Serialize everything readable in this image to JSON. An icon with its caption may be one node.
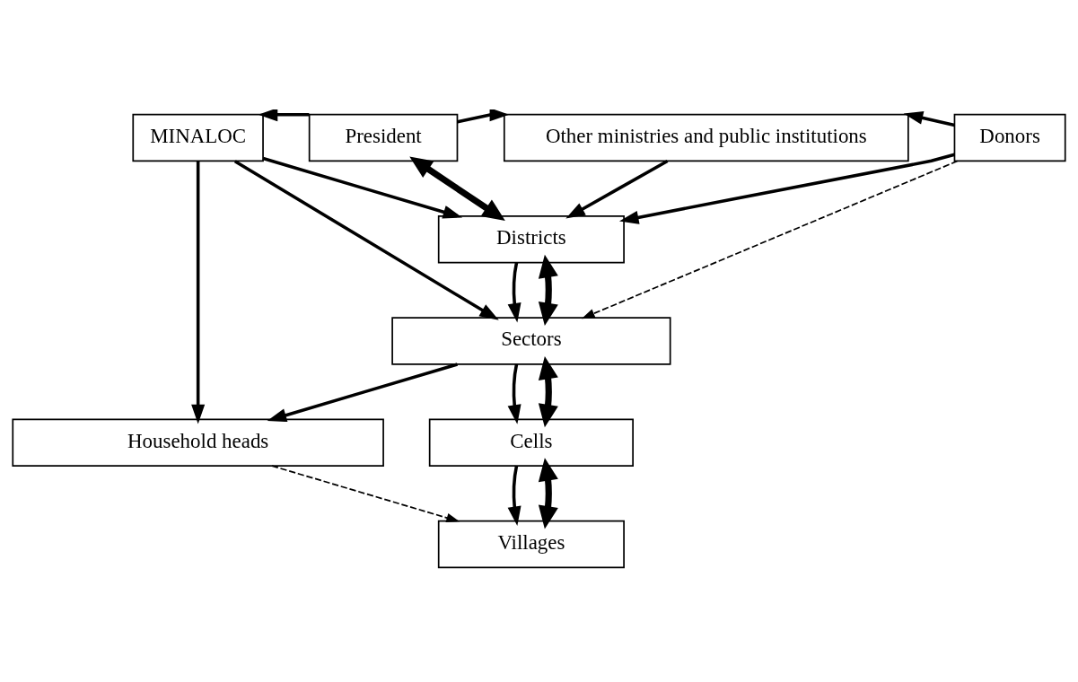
{
  "diagram": {
    "nodes": [
      {
        "text": [
          "MINALOC"
        ]
      },
      {
        "text": [
          "President"
        ]
      },
      {
        "text": [
          "Other ministries and public institutions"
        ]
      },
      {
        "text": [
          "Donors"
        ]
      },
      {
        "text": [
          "Districts"
        ]
      },
      {
        "text": [
          "Sectors"
        ]
      },
      {
        "text": [
          "Cells"
        ]
      },
      {
        "text": [
          "Villages"
        ]
      },
      {
        "text": [
          "Household heads"
        ]
      }
    ],
    "edges": [
      {
        "from": 1,
        "to": 0,
        "arrow": "to"
      },
      {
        "from": 1,
        "to": 2,
        "arrow": "to"
      },
      {
        "from": 3,
        "to": 2,
        "arrow": "to"
      },
      {
        "from": 1,
        "to": 4,
        "arrow": "both",
        "style": "thick"
      },
      {
        "from": 0,
        "to": 4,
        "arrow": "to"
      },
      {
        "from": 2,
        "to": 4,
        "arrow": "to"
      },
      {
        "from": 3,
        "to": 4,
        "arrow": "to"
      },
      {
        "from": 4,
        "to": 5,
        "arrow": "to"
      },
      {
        "from": 4,
        "to": 5,
        "arrow": "both",
        "style": "thick"
      },
      {
        "from": 0,
        "to": 5,
        "arrow": "to"
      },
      {
        "from": 3,
        "to": 5,
        "arrow": "to",
        "style": "dashed"
      },
      {
        "from": 5,
        "to": 6,
        "arrow": "to"
      },
      {
        "from": 5,
        "to": 6,
        "arrow": "both",
        "style": "thick"
      },
      {
        "from": 5,
        "to": 8,
        "arrow": "to"
      },
      {
        "from": 6,
        "to": 7,
        "arrow": "to"
      },
      {
        "from": 6,
        "to": 7,
        "arrow": "both",
        "style": "thick"
      },
      {
        "from": 8,
        "to": 7,
        "arrow": "to",
        "style": "dashed"
      },
      {
        "from": 0,
        "to": 8,
        "arrow": "to"
      }
    ]
  }
}
